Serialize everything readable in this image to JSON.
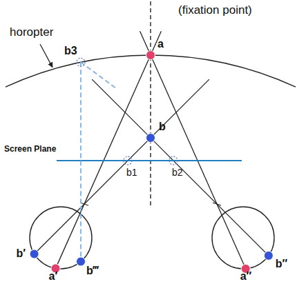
{
  "diagram": {
    "labels": [
      "(fixation point)",
      "horopter",
      "b3",
      "a",
      "b",
      "Screen Plane",
      "b1",
      "b2",
      "b′",
      "a′",
      "b‴",
      "b″",
      "a″"
    ]
  }
}
